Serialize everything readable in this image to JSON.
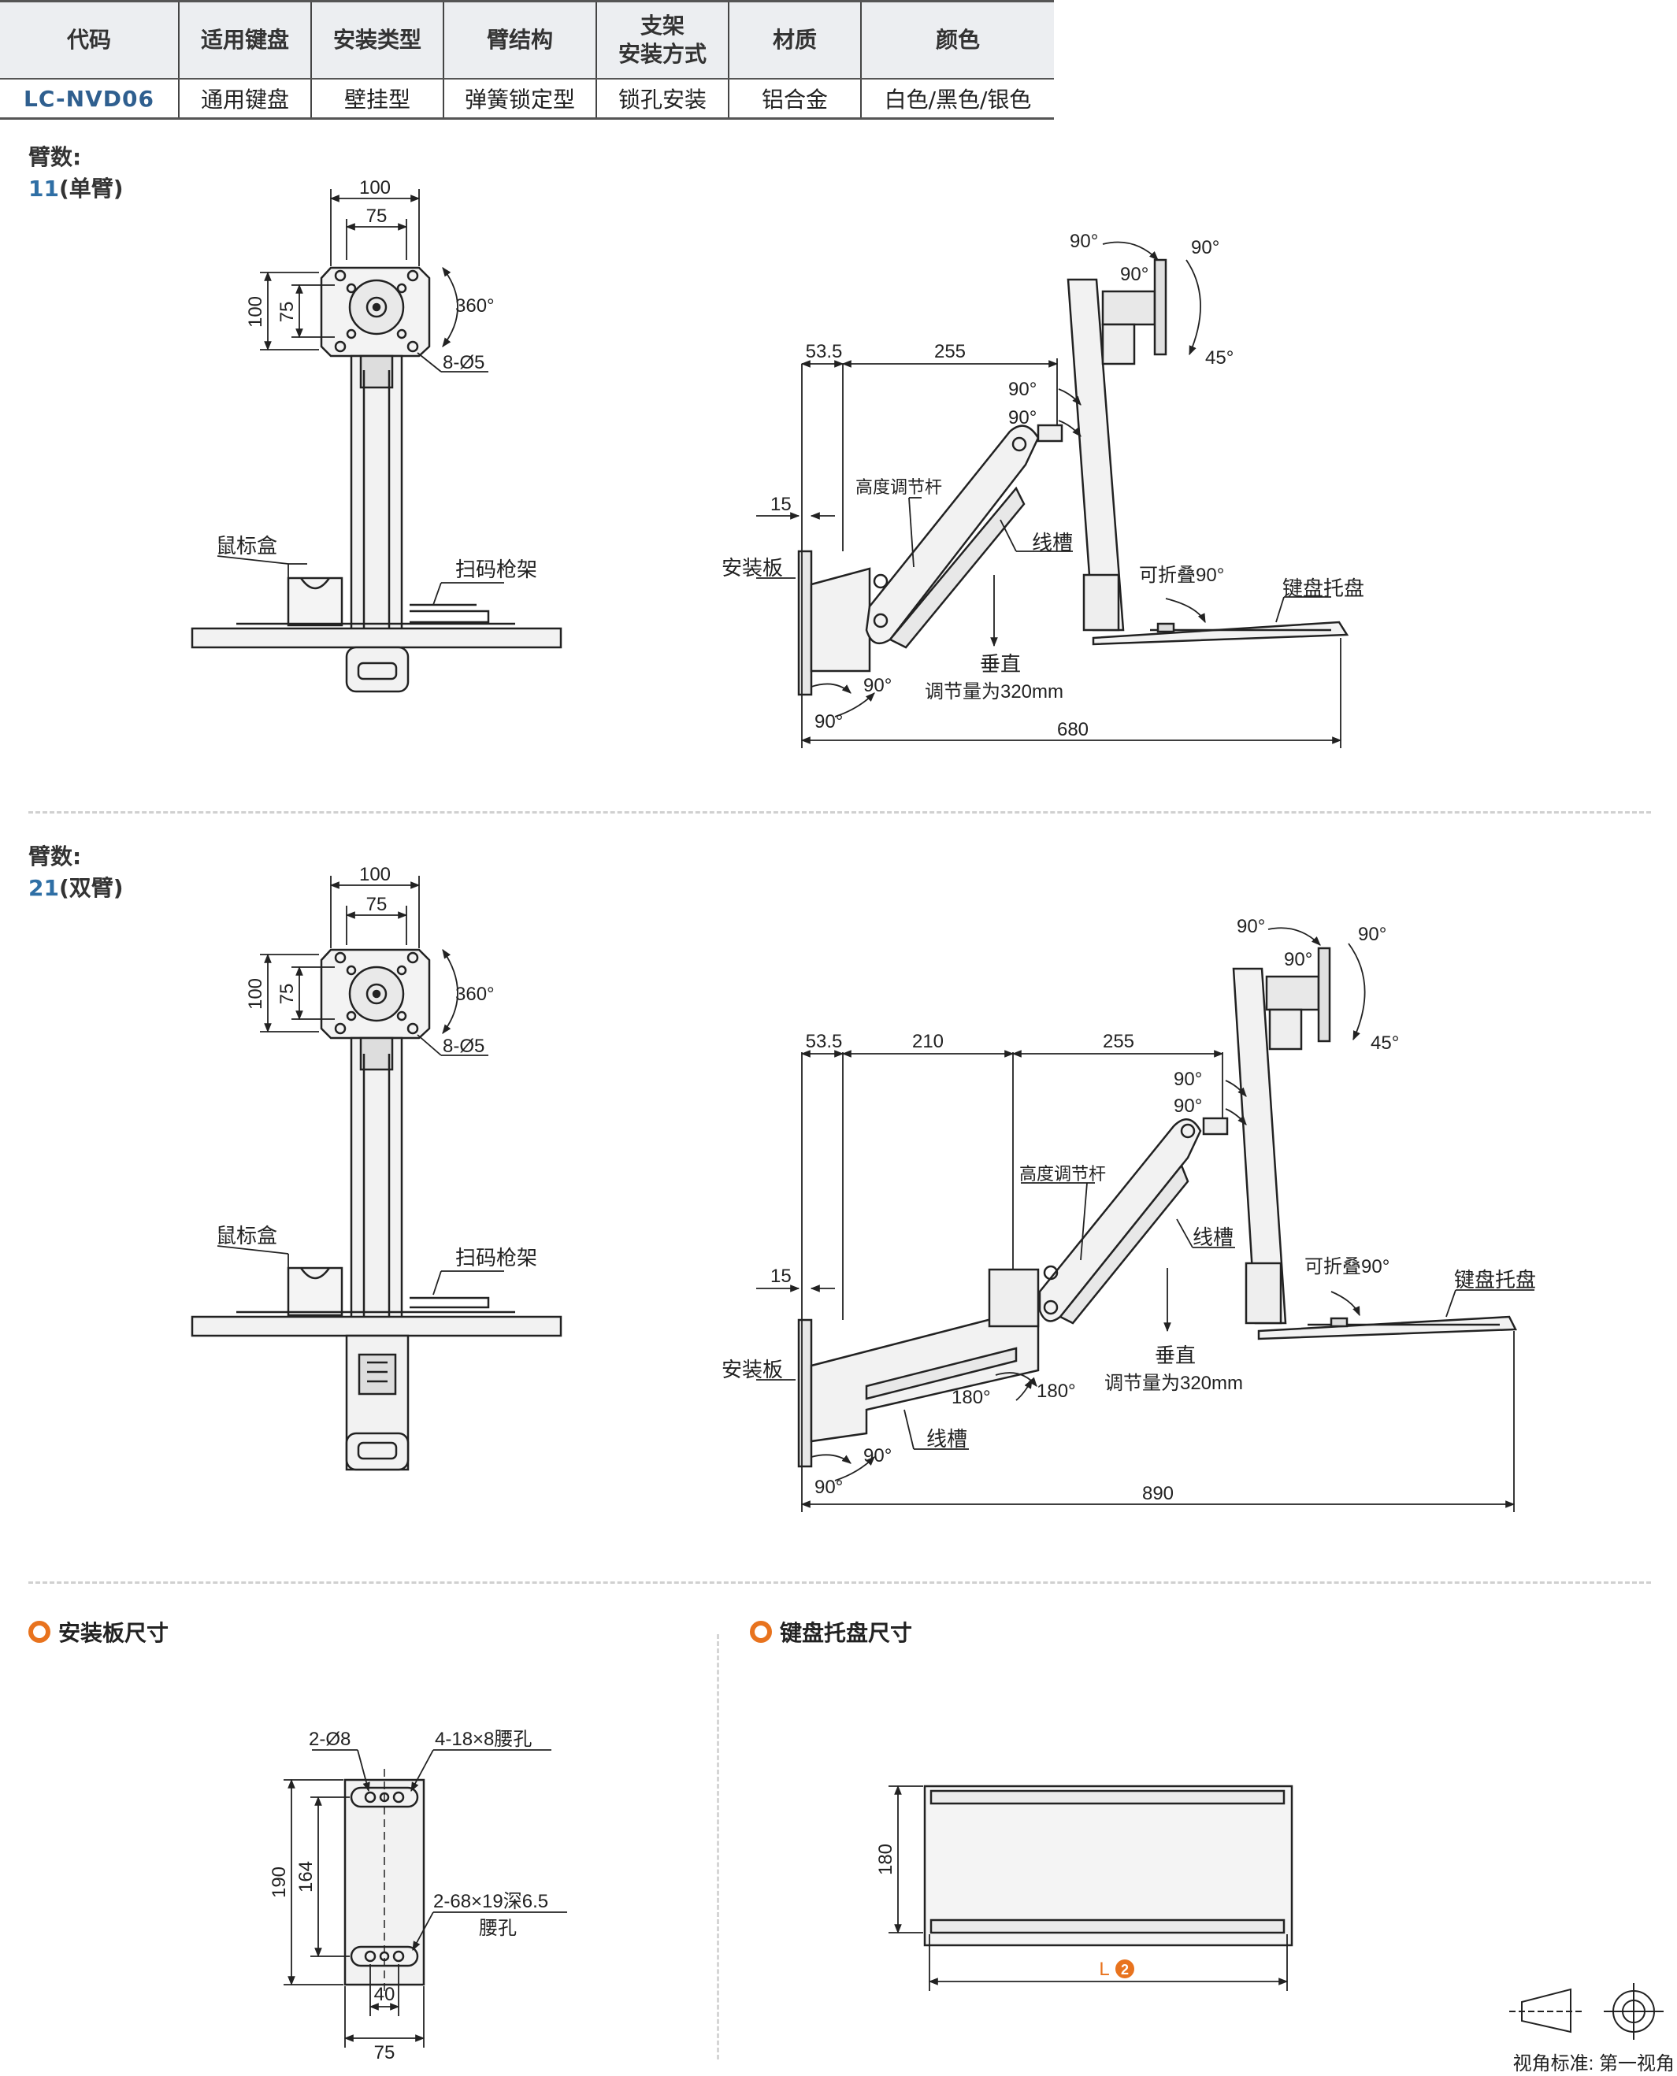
{
  "spec_table": {
    "headers": [
      "代码",
      "适用键盘",
      "安装类型",
      "臂结构",
      "支架",
      "安装方式",
      "材质",
      "颜色"
    ],
    "row": {
      "code": "LC-NVD06",
      "keyboard": "通用键盘",
      "mount_type": "壁挂型",
      "arm_structure": "弹簧锁定型",
      "install": "锁孔安装",
      "material": "铝合金",
      "color": "白色/黑色/银色"
    }
  },
  "variant_single": {
    "label": "臂数:",
    "num": "11",
    "name": "(单臂)",
    "front": {
      "d100": "100",
      "d75h": "75",
      "d100v": "100",
      "d75v": "75",
      "rot": "360°",
      "holes": "8-Ø5",
      "mouse_box": "鼠标盒",
      "scanner": "扫码枪架"
    },
    "side": {
      "d535": "53.5",
      "d255": "255",
      "d15": "15",
      "d680": "680",
      "a90_1": "90°",
      "a90_2": "90°",
      "a90_3": "90°",
      "a45": "45°",
      "a90_4": "90°",
      "a90_5": "90°",
      "a90_6": "90°",
      "a90_7": "90°",
      "height_rod": "高度调节杆",
      "cable": "线槽",
      "plate": "安装板",
      "fold": "可折叠90°",
      "tray": "键盘托盘",
      "vertical": "垂直",
      "vertical_range": "调节量为320mm"
    }
  },
  "variant_double": {
    "label": "臂数:",
    "num": "21",
    "name": "(双臂)",
    "front": {
      "d100": "100",
      "d75h": "75",
      "d100v": "100",
      "d75v": "75",
      "rot": "360°",
      "holes": "8-Ø5",
      "mouse_box": "鼠标盒",
      "scanner": "扫码枪架"
    },
    "side": {
      "d535": "53.5",
      "d210": "210",
      "d255": "255",
      "d15": "15",
      "d890": "890",
      "a90_1": "90°",
      "a90_2": "90°",
      "a90_3": "90°",
      "a45": "45°",
      "a90_4": "90°",
      "a90_5": "90°",
      "a90_6": "90°",
      "a90_7": "90°",
      "a180_1": "180°",
      "a180_2": "180°",
      "height_rod": "高度调节杆",
      "cable1": "线槽",
      "cable2": "线槽",
      "plate": "安装板",
      "fold": "可折叠90°",
      "tray": "键盘托盘",
      "vertical": "垂直",
      "vertical_range": "调节量为320mm"
    }
  },
  "plate_section": {
    "title": "安装板尺寸",
    "holes": "2-Ø8",
    "slots": "4-18×8腰孔",
    "d190": "190",
    "d164": "164",
    "big_slots": "2-68×19深6.5",
    "big_slots2": "腰孔",
    "d40": "40",
    "d75": "75"
  },
  "tray_section": {
    "title": "键盘托盘尺寸",
    "d180": "180",
    "length": "L",
    "length_badge": "2"
  },
  "projection": {
    "label": "视角标准: 第一视角"
  },
  "colors": {
    "accent": "#2f6fa5",
    "marker": "#e8731e",
    "line": "#222222",
    "fill": "#e8e8e8"
  }
}
